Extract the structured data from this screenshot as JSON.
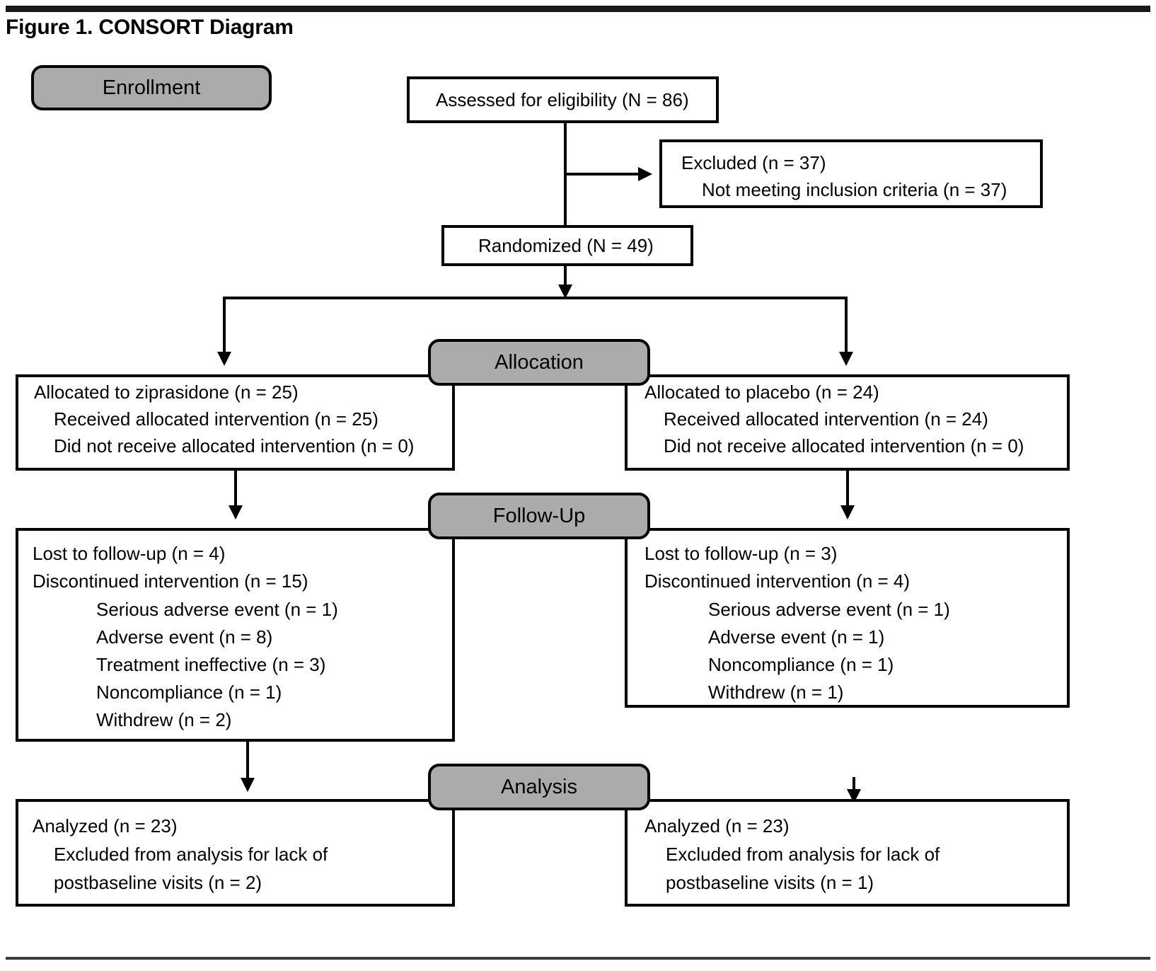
{
  "figure": {
    "title": "Figure 1. CONSORT Diagram",
    "colors": {
      "stage_fill": "#ababab",
      "stroke": "#000000",
      "box_fill": "#ffffff",
      "rule": "#1a1a1a"
    }
  },
  "stages": {
    "enrollment": "Enrollment",
    "allocation": "Allocation",
    "followup": "Follow-Up",
    "analysis": "Analysis"
  },
  "enrollment": {
    "assessed": "Assessed for eligibility (N = 86)",
    "excluded_title": "Excluded (n = 37)",
    "excluded_reason": "Not meeting inclusion criteria (n = 37)",
    "randomized": "Randomized (N = 49)"
  },
  "allocation": {
    "left": {
      "line1": "Allocated to ziprasidone (n = 25)",
      "line2": "Received allocated intervention (n = 25)",
      "line3": "Did not receive allocated intervention (n = 0)"
    },
    "right": {
      "line1": "Allocated to placebo (n = 24)",
      "line2": "Received allocated intervention (n = 24)",
      "line3": "Did not receive allocated intervention (n = 0)"
    }
  },
  "followup": {
    "left": {
      "lost": "Lost to follow-up (n = 4)",
      "discontinued": "Discontinued intervention (n = 15)",
      "reasons": [
        "Serious adverse event (n = 1)",
        "Adverse event (n = 8)",
        "Treatment ineffective (n = 3)",
        "Noncompliance (n = 1)",
        "Withdrew (n = 2)"
      ]
    },
    "right": {
      "lost": "Lost to follow-up (n = 3)",
      "discontinued": "Discontinued intervention (n = 4)",
      "reasons": [
        "Serious adverse event (n = 1)",
        "Adverse event (n = 1)",
        "Noncompliance (n = 1)",
        "Withdrew (n = 1)"
      ]
    }
  },
  "analysis": {
    "left": {
      "analyzed": "Analyzed (n = 23)",
      "excluded_line1": "Excluded from analysis for lack of",
      "excluded_line2": "postbaseline visits (n = 2)"
    },
    "right": {
      "analyzed": "Analyzed (n = 23)",
      "excluded_line1": "Excluded from analysis for lack of",
      "excluded_line2": "postbaseline visits (n = 1)"
    }
  },
  "chart_data": {
    "type": "diagram",
    "title": "Figure 1. CONSORT Diagram",
    "nodes": [
      {
        "id": "assessed",
        "label": "Assessed for eligibility (N = 86)",
        "value": 86
      },
      {
        "id": "excluded",
        "label": "Excluded (n = 37)",
        "value": 37
      },
      {
        "id": "randomized",
        "label": "Randomized (N = 49)",
        "value": 49
      },
      {
        "id": "alloc_zip",
        "label": "Allocated to ziprasidone (n = 25)",
        "value": 25
      },
      {
        "id": "alloc_pbo",
        "label": "Allocated to placebo (n = 24)",
        "value": 24
      },
      {
        "id": "analyzed_zip",
        "label": "Analyzed (n = 23)",
        "value": 23
      },
      {
        "id": "analyzed_pbo",
        "label": "Analyzed (n = 23)",
        "value": 23
      }
    ]
  }
}
